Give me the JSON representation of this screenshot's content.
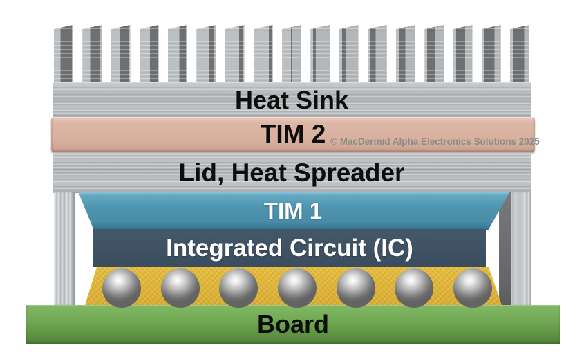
{
  "diagram": {
    "watermark": "© MacDermid Alpha Electronics Solutions 2025"
  },
  "layers": {
    "heat_sink": {
      "label": "Heat Sink",
      "fin_count": 17
    },
    "tim2": {
      "label": "TIM 2"
    },
    "lid": {
      "label": "Lid, Heat Spreader"
    },
    "tim1": {
      "label": "TIM 1"
    },
    "ic": {
      "label": "Integrated Circuit (IC)"
    },
    "solder": {
      "ball_count": 7
    },
    "board": {
      "label": "Board"
    }
  },
  "colors": {
    "metal_light": "#c9ccce",
    "metal_mid": "#b2b5b7",
    "fin_dark": "#6e7072",
    "tim2_pink": "#d9b2a1",
    "tim1_blue": "#4e93ae",
    "ic_slate": "#3c4f5f",
    "underfill_yellow": "#e0b832",
    "ball_gray": "#a8a8a8",
    "board_green_top": "#7fb463",
    "board_green_bottom": "#55833f",
    "watermark_gray": "#8d8a87"
  }
}
